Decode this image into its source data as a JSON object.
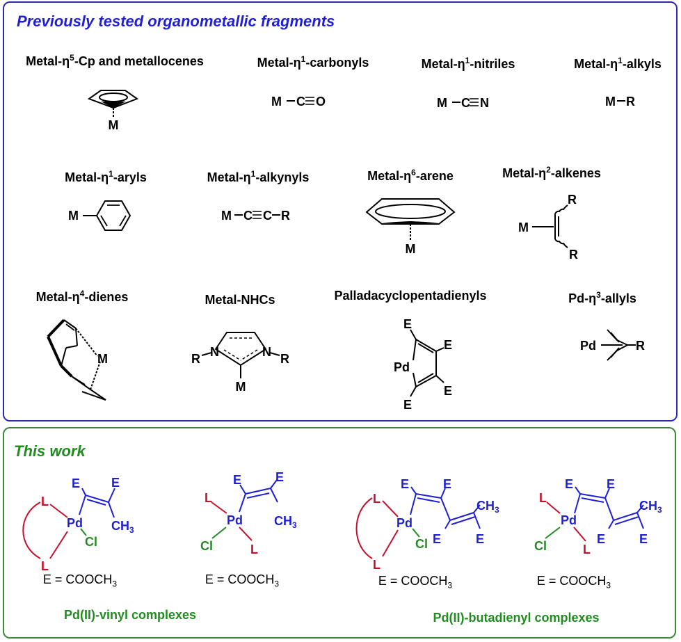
{
  "top": {
    "title": "Previously tested organometallic fragments",
    "labels": {
      "cp": {
        "pre": "Metal-η",
        "sup": "5",
        "post": "-Cp and metallocenes"
      },
      "carbonyls": {
        "pre": "Metal-η",
        "sup": "1",
        "post": "-carbonyls"
      },
      "nitriles": {
        "pre": "Metal-η",
        "sup": "1",
        "post": "-nitriles"
      },
      "alkyls": {
        "pre": "Metal-η",
        "sup": "1",
        "post": "-alkyls"
      },
      "aryls": {
        "pre": "Metal-η",
        "sup": "1",
        "post": "-aryls"
      },
      "alkynyls": {
        "pre": "Metal-η",
        "sup": "1",
        "post": "-alkynyls"
      },
      "arene": {
        "pre": "Metal-η",
        "sup": "6",
        "post": "-arene"
      },
      "alkenes": {
        "pre": "Metal-η",
        "sup": "2",
        "post": "-alkenes"
      },
      "dienes": {
        "pre": "Metal-η",
        "sup": "4",
        "post": "-dienes"
      },
      "nhcs": {
        "pre": "Metal-NHCs",
        "sup": "",
        "post": ""
      },
      "palladacycle": {
        "pre": "Palladacyclopentadienyls",
        "sup": "",
        "post": ""
      },
      "allyls": {
        "pre": "Pd-η",
        "sup": "3",
        "post": "-allyls"
      }
    },
    "atoms": {
      "M": "M",
      "C": "C",
      "O": "O",
      "N": "N",
      "R": "R",
      "E": "E",
      "Pd": "Pd"
    }
  },
  "bottom": {
    "title": "This work",
    "atoms": {
      "L": "L",
      "Cl": "Cl",
      "Pd": "Pd",
      "E": "E",
      "CH3": "CH",
      "sub3": "3"
    },
    "eq": {
      "pre": "E = COOCH",
      "sub": "3"
    },
    "groups": {
      "vinyl": "Pd(II)-vinyl complexes",
      "butadienyl": "Pd(II)-butadienyl complexes"
    }
  },
  "colors": {
    "blue_border": "#2a2ab8",
    "blue_title": "#1f1fd6",
    "green_border": "#3a8a3a",
    "green_text": "#228b22",
    "red": "#c8102e",
    "blue_atoms": "#1f1fd6"
  }
}
